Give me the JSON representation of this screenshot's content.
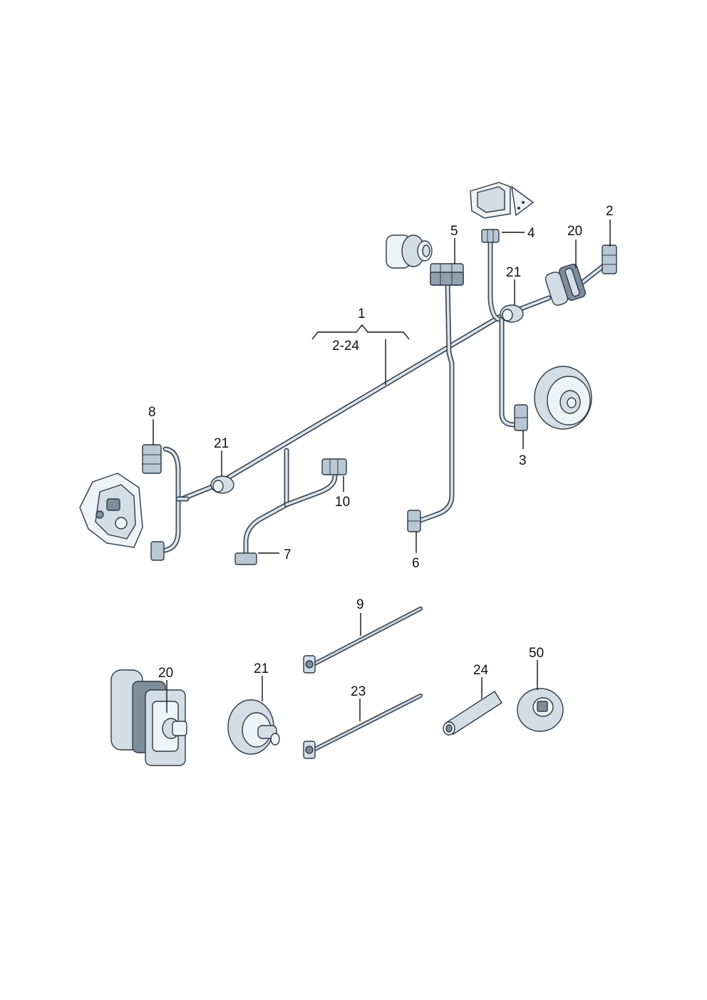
{
  "callouts": {
    "c1": "1",
    "c2_24": "2-24",
    "c2": "2",
    "c3": "3",
    "c4": "4",
    "c5": "5",
    "c6": "6",
    "c7": "7",
    "c8": "8",
    "c9": "9",
    "c10": "10",
    "c20_top": "20",
    "c21_top": "21",
    "c21_mid": "21",
    "c20_bottom": "20",
    "c21_bottom": "21",
    "c23": "23",
    "c24": "24",
    "c50": "50"
  },
  "colors": {
    "wire_outline": "#3b4a57",
    "wire_fill": "#dbe4ec",
    "part_fill": "#d2dde6",
    "part_dark": "#7f8e9b",
    "label_text": "#111111"
  },
  "icons": [
    "wiring-harness",
    "connector",
    "grommet",
    "cable-tie",
    "sleeve",
    "washer",
    "door-lock",
    "mirror",
    "speaker",
    "sensor"
  ]
}
